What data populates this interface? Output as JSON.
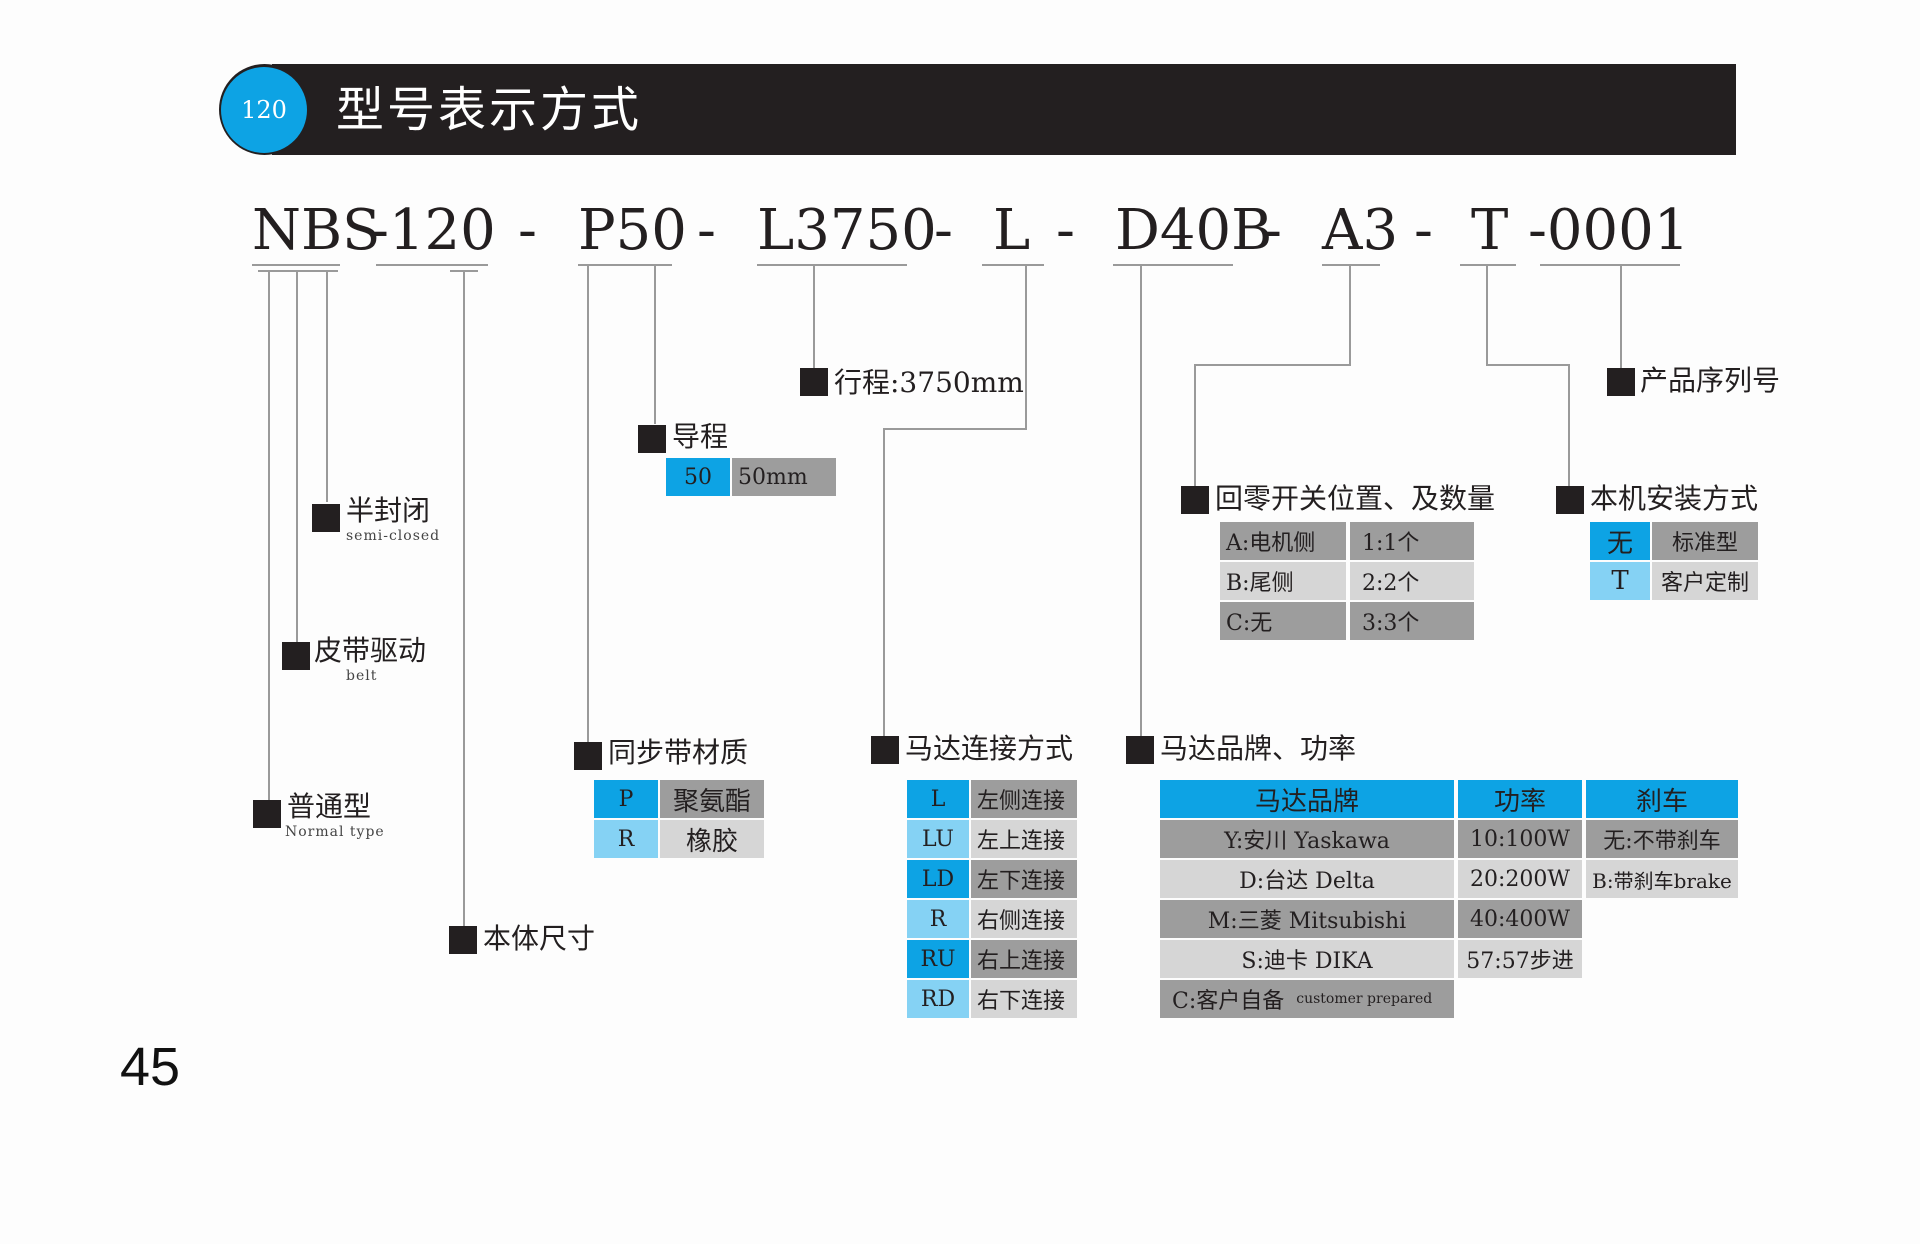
{
  "header": {
    "badge": "120",
    "title": "型号表示方式"
  },
  "model_code": {
    "nbs": "NBS",
    "size": "-120",
    "dash1": "-",
    "pitch": "P50",
    "dash2": "-",
    "stroke": "L3750",
    "dash3": "-",
    "motor_dir": "L",
    "dash4": "-",
    "motor": "D40B",
    "dash5": "-",
    "origin": "A3",
    "dash6": "-",
    "mount": "T",
    "serial": "-0001"
  },
  "labels": {
    "normal": {
      "title": "普通型",
      "sub": "Normal type"
    },
    "belt": {
      "title": "皮带驱动",
      "sub": "belt"
    },
    "semi": {
      "title": "半封闭",
      "sub": "semi-closed"
    },
    "body": {
      "title": "本体尺寸"
    },
    "belt_material": {
      "title": "同步带材质"
    },
    "lead": {
      "title": "导程"
    },
    "stroke": {
      "title": "行程:3750mm"
    },
    "motor_conn": {
      "title": "马达连接方式"
    },
    "motor_brand": {
      "title": "马达品牌、功率"
    },
    "origin": {
      "title": "回零开关位置、及数量"
    },
    "mount": {
      "title": "本机安装方式"
    },
    "serial": {
      "title": "产品序列号"
    }
  },
  "lead_table": {
    "code": "50",
    "value": "50mm"
  },
  "belt_material_table": [
    {
      "code": "P",
      "value": "聚氨酯"
    },
    {
      "code": "R",
      "value": "橡胶"
    }
  ],
  "motor_conn_table": [
    {
      "code": "L",
      "value": "左侧连接"
    },
    {
      "code": "LU",
      "value": "左上连接"
    },
    {
      "code": "LD",
      "value": "左下连接"
    },
    {
      "code": "R",
      "value": "右侧连接"
    },
    {
      "code": "RU",
      "value": "右上连接"
    },
    {
      "code": "RD",
      "value": "右下连接"
    }
  ],
  "origin_table": {
    "positions": [
      "A:电机侧",
      "B:尾侧",
      "C:无"
    ],
    "counts": [
      "1:1个",
      "2:2个",
      "3:3个"
    ]
  },
  "mount_table": [
    {
      "code": "无",
      "value": "标准型"
    },
    {
      "code": "T",
      "value": "客户定制"
    }
  ],
  "motor_brand_table": {
    "headers": {
      "brand": "马达品牌",
      "power": "功率",
      "brake": "刹车"
    },
    "brands": [
      "Y:安川 Yaskawa",
      "D:台达 Delta",
      "M:三菱 Mitsubishi",
      "S:迪卡 DIKA"
    ],
    "custom": {
      "main": "C:客户自备",
      "small": "customer prepared"
    },
    "powers": [
      "10:100W",
      "20:200W",
      "40:400W",
      "57:57步进"
    ],
    "brakes": [
      "无:不带刹车",
      "B:带刹车brake"
    ]
  },
  "page_number": "45",
  "colors": {
    "blue": "#0da3e4",
    "light_blue": "#85d2f4",
    "dark_gray": "#9d9d9d",
    "light_gray": "#d6d6d6",
    "black": "#231f20"
  }
}
